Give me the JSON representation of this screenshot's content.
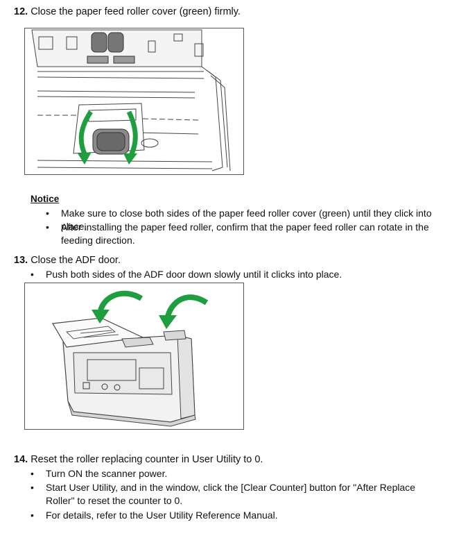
{
  "step12": {
    "number": "12.",
    "title": "Close the paper feed roller cover (green) firmly."
  },
  "notice": {
    "heading": "Notice",
    "bullets": [
      "Make sure to close both sides of the paper feed roller cover (green) until they click into place.",
      "After installing the paper feed roller, confirm that the paper feed roller can rotate in the feeding direction."
    ]
  },
  "step13": {
    "number": "13.",
    "title": "Close the ADF door.",
    "bullets": [
      "Push both sides of the ADF door down slowly until it clicks into place."
    ]
  },
  "step14": {
    "number": "14.",
    "title": "Reset the roller replacing counter in User Utility to 0.",
    "bullets": [
      "Turn ON the scanner power.",
      "Start User Utility, and in the window, click the [Clear Counter] button for \"After Replace Roller\" to reset the counter to 0.",
      "For details, refer to the User Utility Reference Manual."
    ]
  },
  "bullet_char": "•",
  "colors": {
    "arrow_green": "#1e9e3f",
    "line_gray": "#444444"
  }
}
